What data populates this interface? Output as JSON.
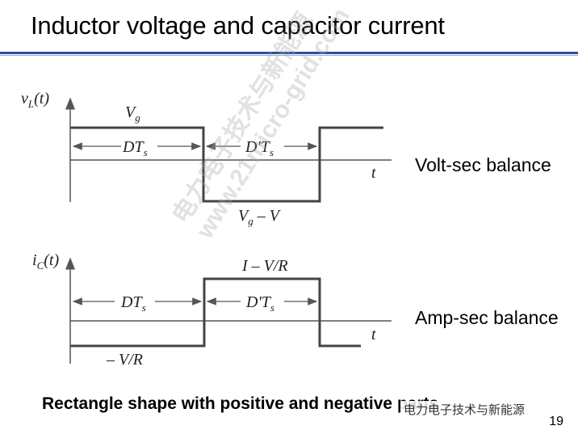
{
  "slide": {
    "title": "Inductor voltage and capacitor current",
    "page_number": "19",
    "footer": "Rectangle shape with positive and negative parts"
  },
  "labels": {
    "volt_sec": "Volt-sec balance",
    "amp_sec": "Amp-sec balance"
  },
  "watermark": {
    "line1": "电力电子技术与新能源",
    "line2": "www.21micro-grid.com",
    "badge": "电力电子技术与新能源"
  },
  "colors": {
    "accent": "#2f4e9c"
  },
  "vl_plot": {
    "ylabel": "v_L(t)",
    "high_label": "V_g",
    "low_label": "V_g − V",
    "interval1": "DT_s",
    "interval2": "D'T_s",
    "xlabel": "t"
  },
  "ic_plot": {
    "ylabel": "i_C(t)",
    "high_label": "I − V/R",
    "low_label": "− V/R",
    "interval1": "DT_s",
    "interval2": "D'T_s",
    "xlabel": "t"
  }
}
